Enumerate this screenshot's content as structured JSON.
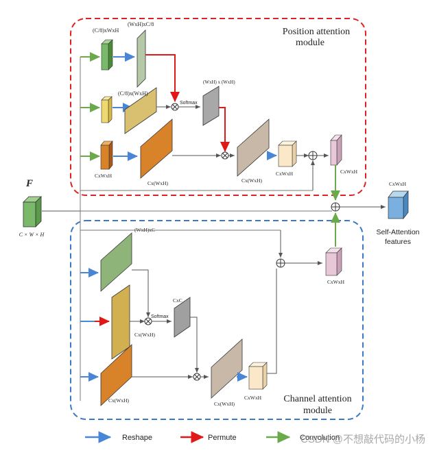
{
  "modules": {
    "position_title_line1": "Position attention",
    "position_title_line2": "module",
    "channel_title_line1": "Channel attention",
    "channel_title_line2": "module"
  },
  "input": {
    "symbol": "F",
    "dims": "C × W × H"
  },
  "pam_labels": {
    "query_dim": "(C/8)xWxH",
    "query_reshaped": "(WxH)xC/8",
    "key_reshaped": "(C/8)x(WxH)",
    "attn_map": "(WxH) x (WxH)",
    "softmax": "Softmax",
    "value_dim": "CxWxH",
    "value_reshaped": "Cx(WxH)",
    "weighted": "Cx(WxH)",
    "weighted_reshaped": "CxWxH",
    "output": "CxWxH"
  },
  "cam_labels": {
    "a_reshaped": "(WxH)xC",
    "b_reshaped": "Cx(WxH)",
    "attn_map": "CxC",
    "softmax": "Softmax",
    "c_reshaped": "Cx(WxH)",
    "weighted": "Cx(WxH)",
    "weighted_reshaped": "CxWxH",
    "output": "CxWxH"
  },
  "result": {
    "dim": "CxWxH",
    "label_line1": "Self-Attention",
    "label_line2": "features"
  },
  "legend": {
    "reshape": "Reshape",
    "permute": "Permute",
    "convolution": "Convolution"
  },
  "watermark": "CSDN @不想敲代码的小杨",
  "colors": {
    "position_border": "#e02020",
    "channel_border": "#3a78c8",
    "reshape_arrow": "#4a86d8",
    "permute_arrow": "#e01818",
    "conv_arrow": "#6aaa4a",
    "green": "#7ab86a",
    "yellow": "#f0d870",
    "orange": "#d8822a",
    "gray": "#a8a8a8",
    "tan": "#c8b8a8",
    "cream": "#fbe8c8",
    "pink": "#e8c8d8",
    "blue": "#7ab0e0"
  }
}
